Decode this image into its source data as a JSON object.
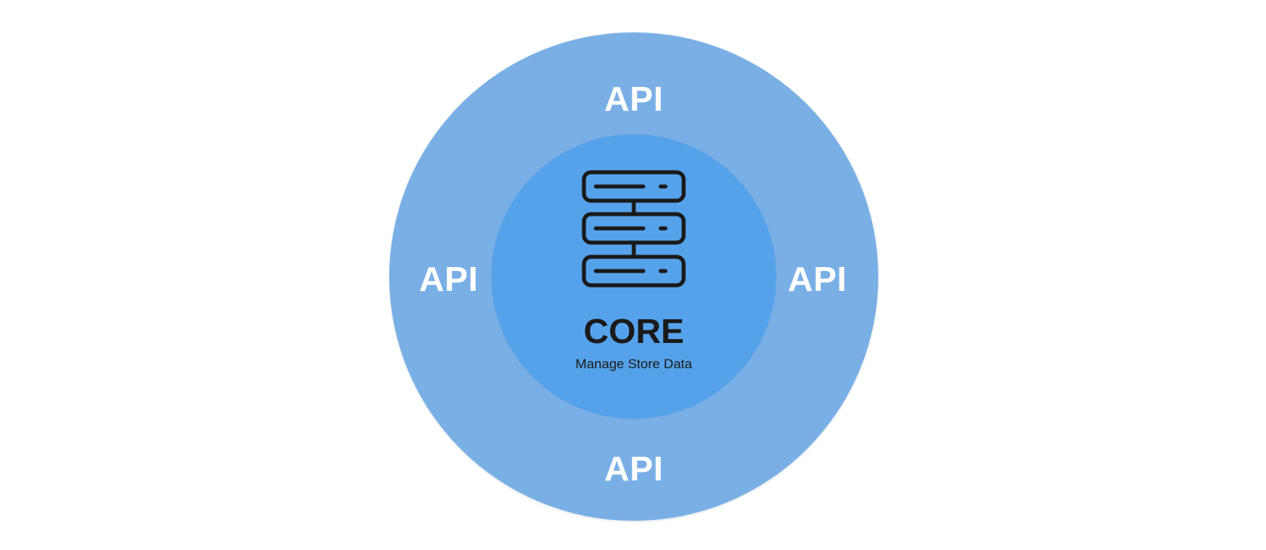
{
  "diagram": {
    "outer_ring": {
      "labels": {
        "top": "API",
        "left": "API",
        "right": "API",
        "bottom": "API"
      },
      "color": "#7aafe6"
    },
    "core": {
      "icon": "server-icon",
      "title": "CORE",
      "subtitle": "Manage Store Data",
      "color": "#56a2ea"
    },
    "text_color_light": "#ffffff",
    "text_color_dark": "#1a1a1a"
  }
}
